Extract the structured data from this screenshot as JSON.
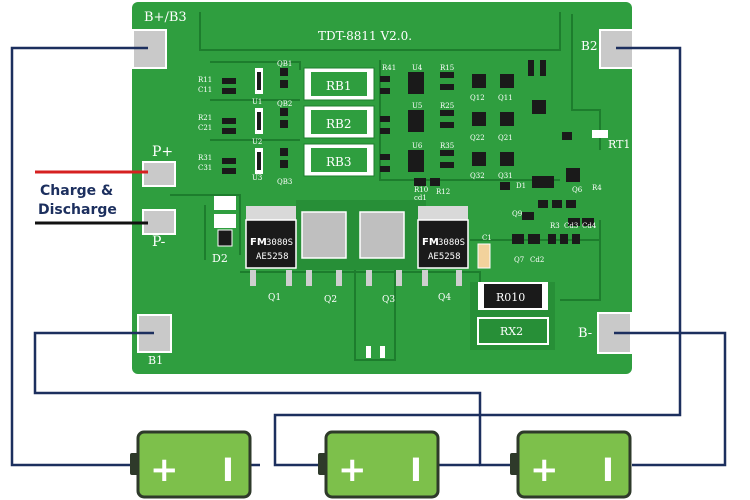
{
  "board": {
    "title": "TDT-8811  V2.0.",
    "pads": {
      "b_plus_b3": "B+/B3",
      "b2": "B2",
      "p_plus": "P+",
      "p_minus": "P-",
      "b1": "B1",
      "b_minus": "B-",
      "d2": "D2",
      "rt1": "RT1"
    },
    "resistor_blocks": [
      "RB1",
      "RB2",
      "RB3"
    ],
    "small_labels": {
      "qb1": "QB1",
      "qb2": "QB2",
      "qb3": "QB3",
      "u1": "U1",
      "u2": "U2",
      "u3": "U3",
      "u4": "U4",
      "u5": "U5",
      "u6": "U6",
      "r11": "R11",
      "c11": "C11",
      "r21": "R21",
      "c21": "C21",
      "r31": "R31",
      "c31": "C31",
      "r41": "R41",
      "r15": "R15",
      "r25": "R25",
      "r35": "R35",
      "q12": "Q12",
      "q11": "Q11",
      "q22": "Q22",
      "q21": "Q21",
      "q32": "Q32",
      "q31": "Q31",
      "r10": "R10",
      "cd1": "cd1",
      "r12": "R12",
      "d1": "D1",
      "q9": "Q9",
      "q6": "Q6",
      "q7": "Q7",
      "r3": "R3",
      "cd3": "Cd3",
      "cd4": "Cd4",
      "r4": "R4",
      "cd2": "Cd2",
      "c1": "C1"
    },
    "mosfets": [
      {
        "label": "Q1",
        "brand": "FM",
        "part": "3080S",
        "code": "AE5258"
      },
      {
        "label": "Q2"
      },
      {
        "label": "Q3"
      },
      {
        "label": "Q4",
        "brand": "FM",
        "part": "3080S",
        "code": "AE5258"
      }
    ],
    "shunt_resistor": "R010",
    "shunt_label": "RX2"
  },
  "annotation": {
    "line1": "Charge &",
    "line2": "Discharge"
  },
  "batteries": [
    {
      "plus": "+",
      "minus": "I"
    },
    {
      "plus": "+",
      "minus": "I"
    },
    {
      "plus": "+",
      "minus": "I"
    }
  ],
  "colors": {
    "pcb": "#2f9e3f",
    "pcb_trace": "#1d7d2d",
    "wire": "#1c2f5e",
    "charge_red": "#d62020",
    "battery_body": "#7dc04b",
    "battery_border": "#2e3a2a"
  }
}
